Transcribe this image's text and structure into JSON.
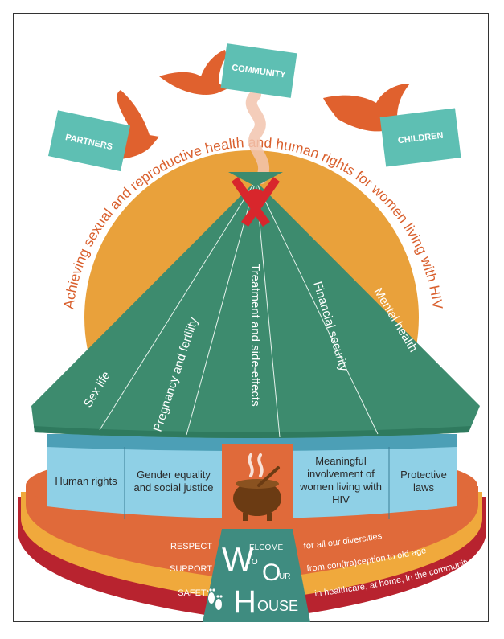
{
  "arc_title": "Achieving sexual and reproductive health and human rights for women living with HIV",
  "birds": [
    {
      "label": "PARTNERS"
    },
    {
      "label": "COMMUNITY"
    },
    {
      "label": "CHILDREN"
    }
  ],
  "roof_sections": [
    "Sex life",
    "Pregnancy and fertility",
    "Treatment and side-effects",
    "Financial security",
    "Mental health"
  ],
  "wall_sections": [
    "Human rights",
    "Gender equality and social justice",
    "Meaningful involvement of women living with HIV",
    "Protective laws"
  ],
  "bands": [
    {
      "left": "RESPECT",
      "right": "for all our diversities"
    },
    {
      "left": "SUPPORT",
      "right": "from con(tra)ception to old age"
    },
    {
      "left": "SAFETY",
      "right": "in healthcare, at home, in the community"
    }
  ],
  "sign": {
    "w": "W",
    "elcome": "ELCOME",
    "to": "TO",
    "o": "O",
    "ur": "UR",
    "h": "H",
    "ouse": "OUSE"
  },
  "colors": {
    "sun": "#e9a13b",
    "roof": "#3d8b6e",
    "wall": "#8fd0e6",
    "teal": "#5ebfb3",
    "bird": "#e0612e",
    "respect": "#e06a3a",
    "support": "#f0a93c",
    "safety": "#b8232f",
    "ribbon": "#d8262c",
    "sign": "#3f8c80"
  }
}
